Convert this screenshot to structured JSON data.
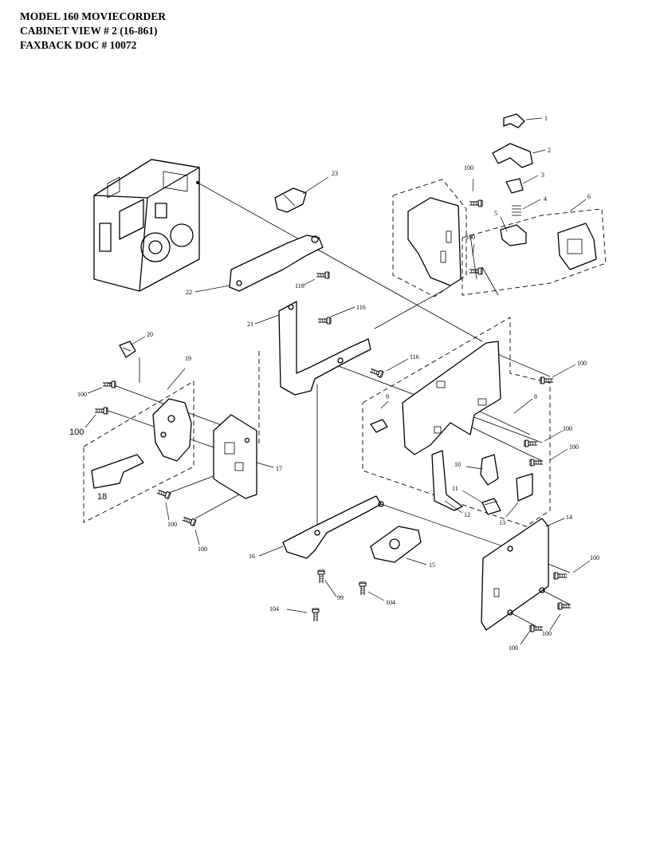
{
  "header": {
    "line1": "MODEL 160 MOVIECORDER",
    "line2": "CABINET VIEW # 2  (16-861)",
    "line3": "FAXBACK DOC # 10072"
  },
  "callouts": {
    "c1": "1",
    "c2": "2",
    "c3": "3",
    "c4": "4",
    "c5": "5",
    "c6": "6",
    "c8": "8",
    "c9": "9",
    "c10": "10",
    "c11": "11",
    "c12": "12",
    "c13": "13",
    "c14": "14",
    "c15": "15",
    "c16": "16",
    "c17": "17",
    "c18": "18",
    "c19": "19",
    "c20": "20",
    "c21": "21",
    "c22": "22",
    "c23": "23",
    "c99": "99",
    "c100": "100",
    "c104": "104",
    "c116": "116"
  },
  "colors": {
    "ink": "#000000",
    "paper": "#ffffff"
  }
}
